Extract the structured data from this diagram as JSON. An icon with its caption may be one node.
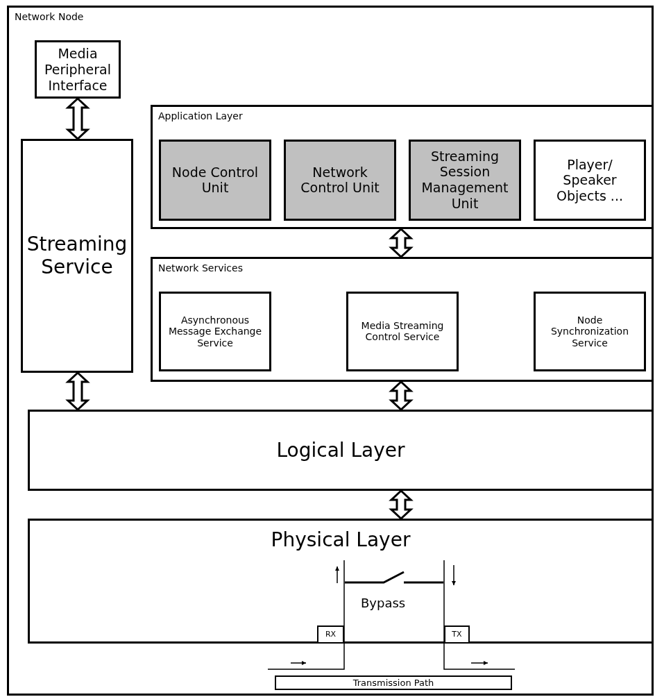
{
  "diagram": {
    "nodes": [
      {
        "text": [
          "Network Node"
        ]
      },
      {
        "text": [
          "Media Peripheral Interface"
        ],
        "in": 0
      },
      {
        "text": [
          "Streaming Service"
        ],
        "in": 0
      },
      {
        "text": [
          "Application Layer"
        ],
        "in": 0
      },
      {
        "text": [
          "Node Control Unit"
        ],
        "in": 3
      },
      {
        "text": [
          "Network Control Unit"
        ],
        "in": 3
      },
      {
        "text": [
          "Streaming Session Management Unit"
        ],
        "in": 3
      },
      {
        "text": [
          "Player/ Speaker Objects ..."
        ],
        "in": 3
      },
      {
        "text": [
          "Network Services"
        ],
        "in": 0
      },
      {
        "text": [
          "Asynchronous Message Exchange Service"
        ],
        "in": 8
      },
      {
        "text": [
          "Media Streaming Control Service"
        ],
        "in": 8
      },
      {
        "text": [
          "Node Synchronization Service"
        ],
        "in": 8
      },
      {
        "text": [
          "Logical Layer"
        ],
        "in": 0
      },
      {
        "text": [
          "Physical Layer"
        ],
        "in": 0
      },
      {
        "text": [
          "RX"
        ],
        "in": 13
      },
      {
        "text": [
          "TX"
        ],
        "in": 13
      },
      {
        "text": [
          "Transmission Path"
        ],
        "in": 0
      }
    ],
    "edges": [
      {
        "from": 1,
        "to": 2,
        "arrow": "both"
      },
      {
        "from": 3,
        "to": 8,
        "arrow": "both"
      },
      {
        "from": 2,
        "to": 12,
        "arrow": "both"
      },
      {
        "from": 8,
        "to": 12,
        "arrow": "both"
      },
      {
        "from": 12,
        "to": 13,
        "arrow": "both"
      }
    ],
    "labels": [
      "Bypass"
    ]
  }
}
